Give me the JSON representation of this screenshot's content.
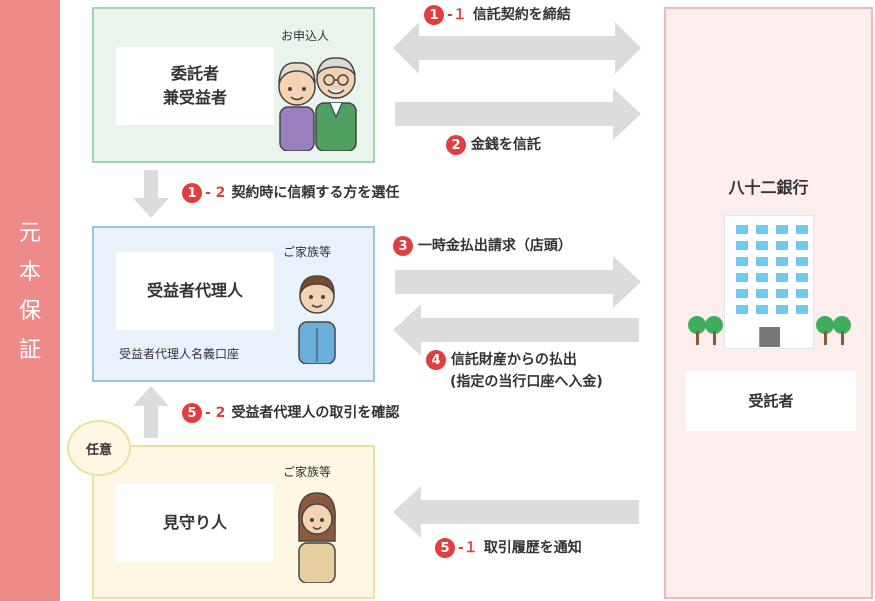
{
  "colors": {
    "accent": "#e03f3f",
    "band": "#ee8a8a",
    "green": "#e9f5ec",
    "blue": "#e9f2fa",
    "yellow": "#fdf7e3",
    "bank": "#fdeeee"
  },
  "side_label": [
    "元",
    "本",
    "保",
    "証"
  ],
  "applicant": {
    "tag": "お申込人",
    "line1": "委託者",
    "line2": "兼受益者"
  },
  "agent": {
    "tag": "ご家族等",
    "title": "受益者代理人",
    "account": "受益者代理人名義口座"
  },
  "watcher": {
    "badge": "任意",
    "tag": "ご家族等",
    "title": "見守り人"
  },
  "bank": {
    "name": "八十二銀行",
    "role": "受託者"
  },
  "steps": {
    "s1_1": {
      "num": "1",
      "sub": "-１",
      "text": "信託契約を締結"
    },
    "s2": {
      "num": "2",
      "text": "金銭を信託"
    },
    "s1_2": {
      "num": "1",
      "sub": "- 2",
      "text": "契約時に信頼する方を選任"
    },
    "s3": {
      "num": "3",
      "text": "一時金払出請求（店頭）"
    },
    "s4": {
      "num": "4",
      "text1": "信託財産からの払出",
      "text2": "(指定の当行口座へ入金)"
    },
    "s5_2": {
      "num": "5",
      "sub": "- 2",
      "text": "受益者代理人の取引を確認"
    },
    "s5_1": {
      "num": "5",
      "sub": "-１",
      "text": "取引履歴を通知"
    }
  }
}
